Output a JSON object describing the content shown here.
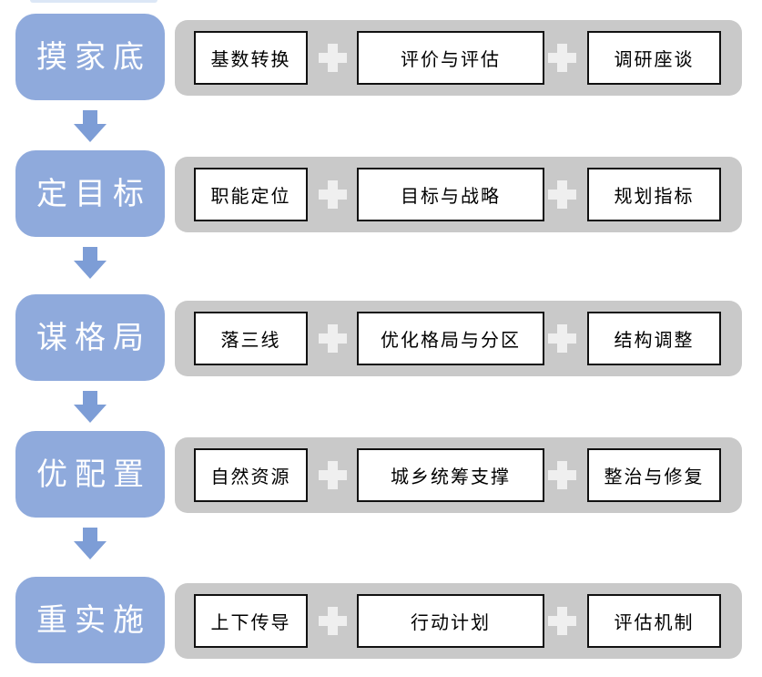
{
  "diagram": {
    "type": "process-flow",
    "rows": [
      {
        "stage": "摸家底",
        "steps": [
          "基数转换",
          "评价与评估",
          "调研座谈"
        ]
      },
      {
        "stage": "定目标",
        "steps": [
          "职能定位",
          "目标与战略",
          "规划指标"
        ]
      },
      {
        "stage": "谋格局",
        "steps": [
          "落三线",
          "优化格局与分区",
          "结构调整"
        ]
      },
      {
        "stage": "优配置",
        "steps": [
          "自然资源",
          "城乡统筹支撑",
          "整治与修复"
        ]
      },
      {
        "stage": "重实施",
        "steps": [
          "上下传导",
          "行动计划",
          "评估机制"
        ]
      }
    ],
    "connector_symbol": "plus",
    "colors": {
      "stage_fill": "#8FAADC",
      "stage_text": "#FFFFFF",
      "arrow_fill": "#7D9DD6",
      "bar_fill": "#C9C9C9",
      "plus_fill": "#EFEFEF",
      "step_fill": "#FFFFFF",
      "step_border": "#111111",
      "step_text": "#000000"
    }
  }
}
